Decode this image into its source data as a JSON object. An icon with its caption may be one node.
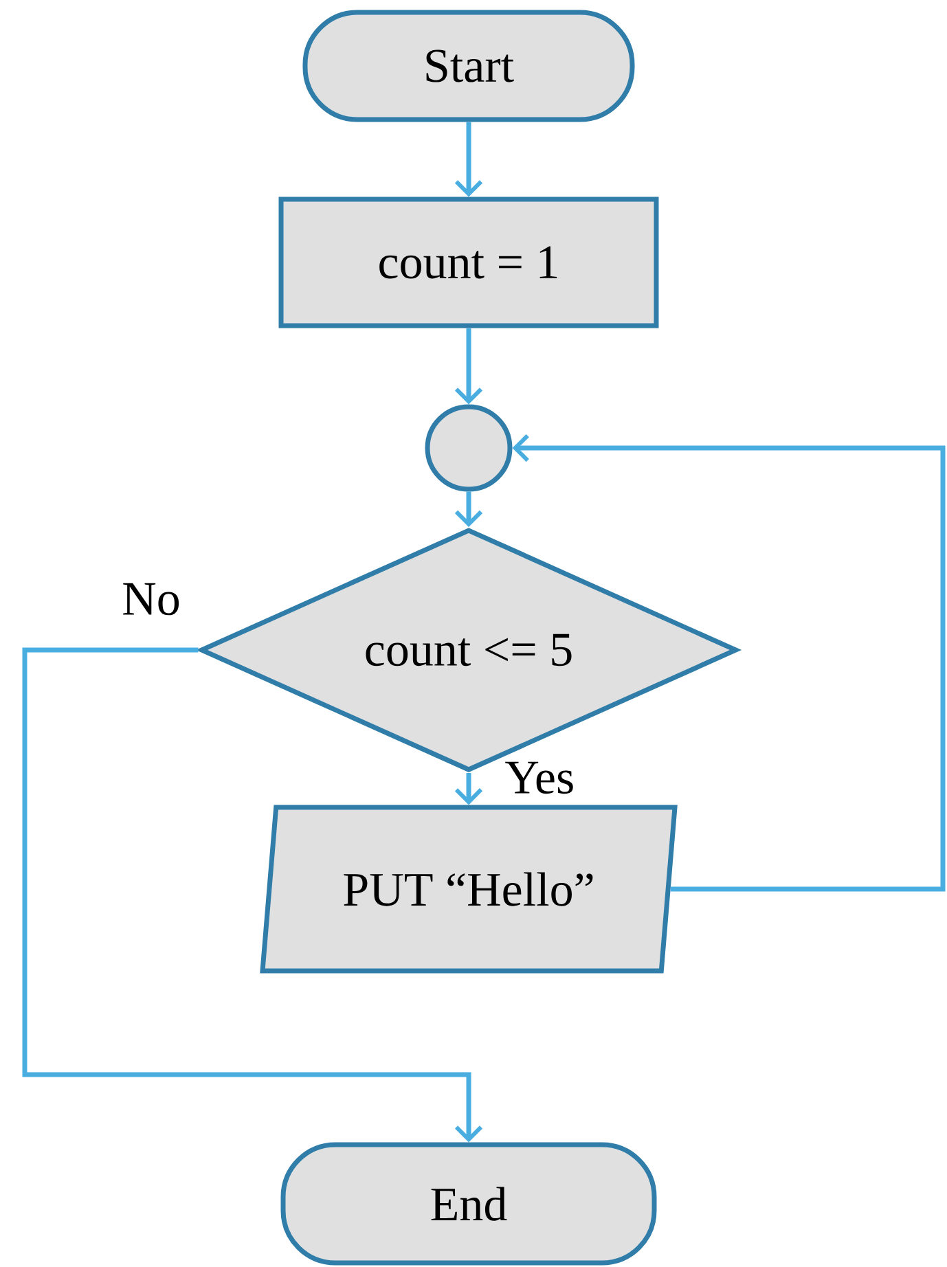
{
  "diagram": {
    "nodes": [
      {
        "text": [
          "Start"
        ]
      },
      {
        "text": [
          "count = 1"
        ]
      },
      {
        "text": [],
        "shape": "circle"
      },
      {
        "text": [
          "count <= 5"
        ]
      },
      {
        "text": [
          "PUT “Hello”"
        ]
      },
      {
        "text": [
          "End"
        ]
      }
    ],
    "edges": [
      {
        "from": 0,
        "to": 1,
        "arrow": "to"
      },
      {
        "from": 1,
        "to": 2,
        "arrow": "to"
      },
      {
        "from": 2,
        "to": 3,
        "arrow": "to"
      },
      {
        "from": 3,
        "to": 4,
        "arrow": "to",
        "label": "Yes"
      },
      {
        "from": 3,
        "to": 5,
        "arrow": "to",
        "label": "No"
      },
      {
        "from": 4,
        "to": 2,
        "arrow": "to"
      }
    ]
  }
}
